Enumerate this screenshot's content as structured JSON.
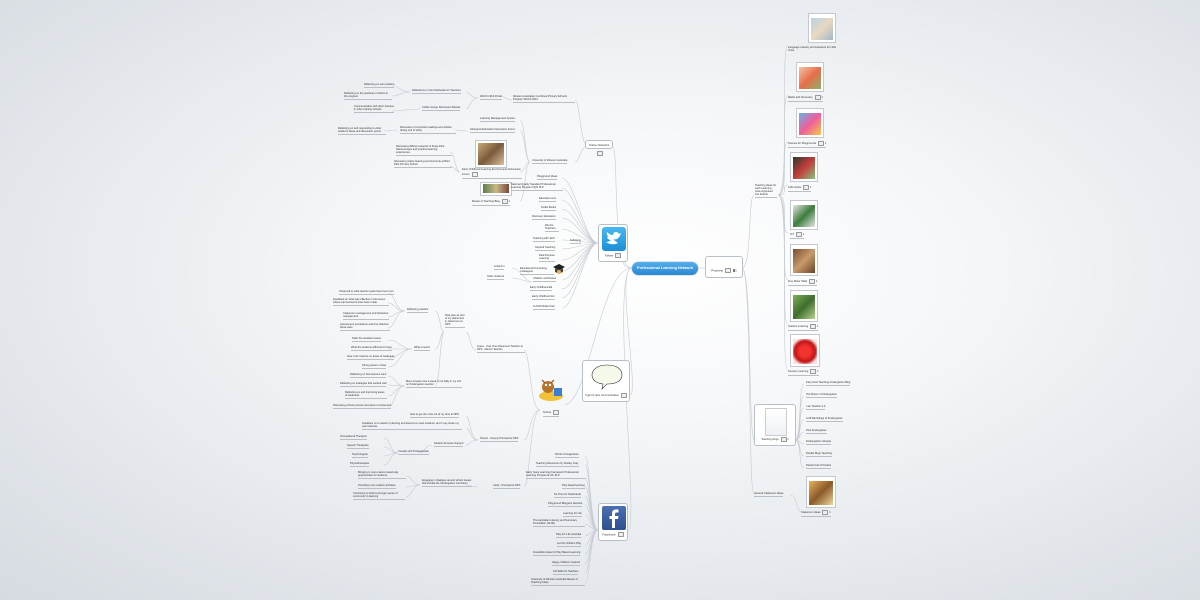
{
  "root": "Professional Learning Network",
  "nodes": {
    "online_networks": "Online Networks",
    "twitter": "Twitter",
    "following": "Following",
    "type_for_communication": "Type for face Communication",
    "facebook": "Facebook",
    "pinterest": "Pinterest",
    "teaching_ideas": "Teaching Ideas for each Learning Area organised into boards",
    "teaching_blogs": "Teaching blogs",
    "general_classroom_ideas": "General Classroom Ideas",
    "wacs_2013": "WACS 2013 Portal",
    "western_australian_combined": "Western Australian Combined Primary Schools Program WACS 2013",
    "reflections_notebooks": "Reflections on the Notebooks for Teachers",
    "reflecting_on_own_practice": "Reflecting on own practice",
    "reflecting_on_practices_of_others": "Reflecting on the practices of others in the program",
    "communication_with_others": "Communication with other trainees in other training schools",
    "coffee_lounge": "Coffee lounge Discussion Boards",
    "learning_management_system": "Learning Management System",
    "aboriginal_education_forum": "Aboriginal Education Discussion Forum",
    "discussion_important_readings": "Discussion of important readings and articles during unit of study",
    "reflecting_on_readings": "Reflecting on and responding to other student's ideas and discussion points",
    "university_wa": "University of Western Australia",
    "discussing_different_aspects": "Discussing different aspects of Kings Park Naturescapes and practical learning experiences",
    "discussing_indoor_learning": "Discussing indoor learning environments at Bold Park Primary School",
    "early_childhood_forum": "Early Childhood Learning Environments Discussion Forum",
    "master_of_teaching_blog": "Master of Teaching Blog",
    "playground_ideas": "Playground Ideas",
    "national_quality_standard": "National Quality Standard Professional Learning Program NQS PLP",
    "education_com": "Education.com",
    "kindle_books": "Kindle Books",
    "discovery_education": "Discovery Education",
    "we_are_teachers": "We Are Teachers",
    "teaching_with_tech": "Teaching with Tech",
    "inspired_teaching": "Inspired Teaching",
    "real_purpose_learning": "Real Purpose Learning",
    "educational_computing_colleagues": "Educational Computing Colleagues",
    "children_and_nature": "Children and Nature",
    "early_childhood_ed": "Early Childhood Ed",
    "early_childhood_au": "Early Childhood AU",
    "lucid_media_club": "LUCID Media Club",
    "linked_in": "Linked in",
    "other_students": "Other students",
    "school": "School",
    "jesse": "Jesse - Year One Classroom Teacher at NPS - Mentor Teacher",
    "role_play": "Role play as part of my placement in classroom at NPS",
    "reflecting_practice": "Reflecting practice",
    "observed_goals": "Observed to what teacher goals have been met",
    "feedback_about_what_worked": "Feedback on what was effective in the lesson where improvements have been made",
    "classroom_management": "Classroom management and behaviour management",
    "assessment_procedures": "Assessment procedures and how effective these were",
    "what_is_learnt": "What is learnt",
    "tailor_lesson": "Tailor the situation lesson",
    "what_students_found": "What the students affirmed to know",
    "how_i_can_improve": "How I can improve on areas of weakness",
    "strong_areas": "Strong areas in class",
    "meet_at_least_once": "Meet at least once a week, if not daily in my unit on Kindergarten teacher",
    "reflecting_on_how_lessons_went": "Reflecting on how lessons went",
    "reflecting_on_strategies": "Reflecting on strategies that worked well",
    "reflecting_on_improving_areas": "Reflecting on and improving areas of weakness",
    "discussing_school_process": "Discussing school process and parent involvement",
    "tamsin": "Tamsin - Deputy Principal at NPS",
    "how_to_get_most": "How to get the most out of my time at NPS",
    "guidance_on_how_to_assist": "Guidance on to assist in planning and lessons to meet students, and I may share my own interests",
    "student_services_support": "Student Services Support",
    "occupational_therapist": "Occupational Therapist",
    "speech_therapists": "Speech Therapists",
    "contact_with_professionals": "Contact with Professionals",
    "psychologists": "Psychologists",
    "physiotherapists": "Physiotherapists",
    "carla": "Carla - Principal at NPS",
    "engaging_in_dialogue": "Engaging in dialogue around school issues that include the Kindergarten curriculum",
    "bringing_in_more_nature": "Bringing in more nature based play opportunities for students",
    "providing_more_outdoor": "Providing more outdoor activities",
    "continuing_to_build": "Continuing to build a stronger sense of community in learning",
    "world_of_imagination": "World of Imagination",
    "teaching_resources_shelley": "Teaching Resources by Shelley Gray",
    "early_years_learning": "Early Years Learning Framework Professional Learning Program EYLF PLP",
    "play_based_learning": "Play based learning",
    "no_time_for_flashcards": "No Time for Flashcards",
    "playground_bloggers_network": "Playground Bloggers Network",
    "learning_for_life": "Learning for Life",
    "australian_literacy": "The Australian Literacy and Numeracy Foundation (ALNF)",
    "play_for_life": "Play For Life Australia",
    "let_the_children_play": "Let the Children Play",
    "irresistible_ideas": "Irresistible Ideas for Play Based Learning",
    "happy_children": "Happy Children Inspired",
    "kid_skills": "Kid Skills for Teachers",
    "uwa_master_teaching": "University of Western Australia Master of Teaching Class"
  },
  "pinterest_boards": [
    {
      "name": "Language Literacy and Literature for Little Ones",
      "caption": "Language Literacy and Literature",
      "count": "1"
    },
    {
      "name": "Maths and Numeracy",
      "caption": "Maths and Numeracy",
      "count": "1"
    },
    {
      "name": "Science for Playgrounds",
      "caption": "Science for Playgrounds",
      "count": "1"
    },
    {
      "name": "Little Artists",
      "caption": "Little Artists",
      "count": "1"
    },
    {
      "name": "ICT",
      "caption": "ICT",
      "count": "1"
    },
    {
      "name": "Fine Motor Skills",
      "caption": "Fine Motor Skills",
      "count": "1"
    },
    {
      "name": "Outdoor Learning",
      "caption": "Outdoor Learning",
      "count": "1"
    },
    {
      "name": "Sensory Learning",
      "caption": "Sensory Learning",
      "count": "1"
    }
  ],
  "blogs": [
    "Fairy Dust Teaching Kindergarten Blog",
    "The Brown of Kindergarten",
    "I am Teacher 2.0",
    "A 28 Ramblings of Kindergarten",
    "Plus Kindergarten",
    "Kindergarten Lifestyle",
    "Doodle Bugs Teaching",
    "Pocket Full of Kinders"
  ],
  "classroom_ideas": "Classroom Ideas",
  "classroom_ideas_count": "1",
  "node_counts": {
    "pinterest": "1",
    "teaching_blogs": "1",
    "master_blog": "1",
    "early_childhood": "3"
  },
  "colors": {
    "wire": "#c5cbd2",
    "root": "#3a97e0",
    "twitter": "#2aa3e6",
    "facebook": "#3b5998"
  }
}
